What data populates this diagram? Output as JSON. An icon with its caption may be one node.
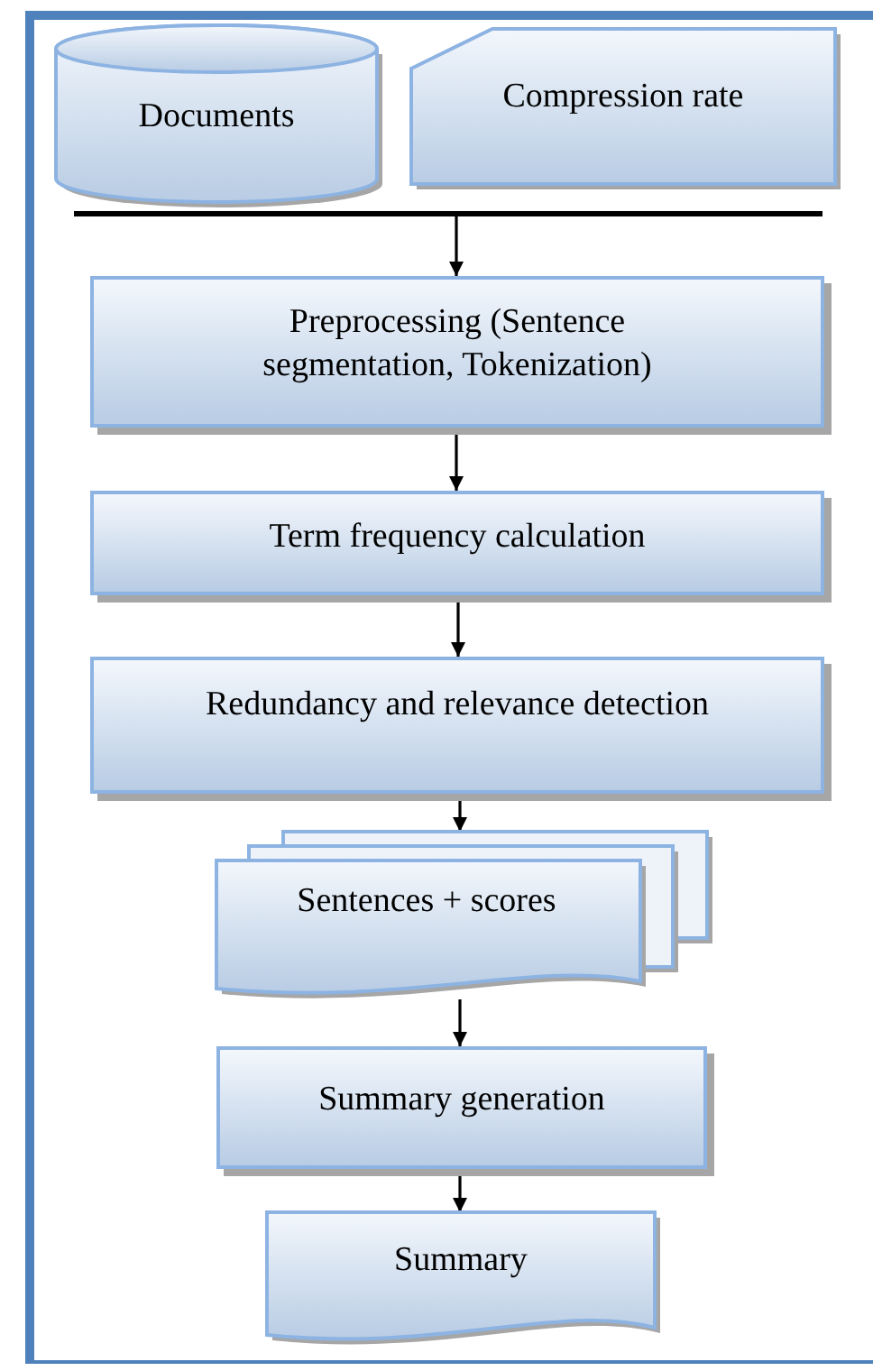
{
  "diagram": {
    "nodes": [
      {
        "text": [
          "Documents"
        ]
      },
      {
        "text": [
          "Compression rate"
        ]
      },
      {
        "text": [],
        "shape": "bar"
      },
      {
        "text": [
          "Preprocessing (Sentence segmentation, Tokenization)"
        ]
      },
      {
        "text": [
          "Term frequency calculation"
        ]
      },
      {
        "text": [
          "Redundancy and relevance detection"
        ]
      },
      {
        "text": [
          "Sentences + scores"
        ]
      },
      {
        "text": [
          "Summary generation"
        ]
      },
      {
        "text": [
          "Summary"
        ]
      }
    ],
    "edges": [
      {
        "from": 2,
        "to": 3,
        "arrow": "to"
      },
      {
        "from": 3,
        "to": 4,
        "arrow": "to"
      },
      {
        "from": 4,
        "to": 5,
        "arrow": "to"
      },
      {
        "from": 5,
        "to": 6,
        "arrow": "to"
      },
      {
        "from": 6,
        "to": 7,
        "arrow": "to"
      },
      {
        "from": 7,
        "to": 8,
        "arrow": "to"
      }
    ]
  }
}
